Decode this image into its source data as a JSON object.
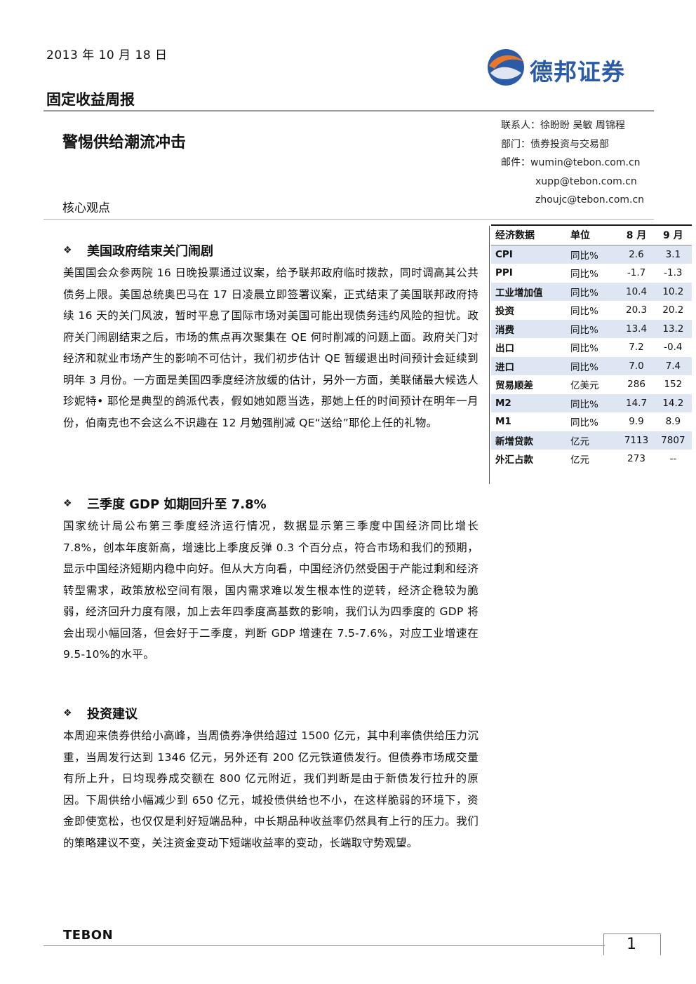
{
  "header": {
    "date": "2013 年 10 月 18 日",
    "report_type": "固定收益周报",
    "headline": "警惕供给潮流冲击",
    "core_view_label": "核心观点",
    "logo_text": "德邦证券",
    "logo_icon": "tebon-logo-icon",
    "brand_blue": "#2b5aa6",
    "brand_orange": "#e8782a"
  },
  "contacts": {
    "people": "联系人：徐盼盼  吴敏  周锦程",
    "department": "部门：债券投资与交易部",
    "email_label": "邮件：",
    "emails": [
      "wumin@tebon.com.cn",
      "xupp@tebon.com.cn",
      "zhoujc@tebon.com.cn"
    ]
  },
  "sections": [
    {
      "title": "美国政府结束关门闹剧",
      "body": "美国国会众参两院 16 日晚投票通过议案，给予联邦政府临时拨款，同时调高其公共债务上限。美国总统奥巴马在 17 日凌晨立即签署议案，正式结束了美国联邦政府持续 16 天的关门风波，暂时平息了国际市场对美国可能出现债务违约风险的担忧。政府关门闹剧结束之后，市场的焦点再次聚集在 QE 何时削减的问题上面。政府关门对经济和就业市场产生的影响不可估计，我们初步估计 QE 暂缓退出时间预计会延续到明年 3 月份。一方面是美国四季度经济放缓的估计，另外一方面，美联储最大候选人珍妮特• 耶伦是典型的鸽派代表，假如她如愿当选，那她上任的时间预计在明年一月份，伯南克也不会这么不识趣在 12 月勉强削减 QE“送给”耶伦上任的礼物。"
    },
    {
      "title": "三季度 GDP 如期回升至 7.8%",
      "body": "国家统计局公布第三季度经济运行情况，数据显示第三季度中国经济同比增长 7.8%，创本年度新高，增速比上季度反弹 0.3 个百分点，符合市场和我们的预期，显示中国经济短期内稳中向好。但从大方向看，中国经济仍然受困于产能过剩和经济转型需求，政策放松空间有限，国内需求难以发生根本性的逆转，经济企稳较为脆弱，经济回升力度有限，加上去年四季度高基数的影响，我们认为四季度的 GDP 将会出现小幅回落，但会好于二季度，判断 GDP 增速在 7.5-7.6%，对应工业增速在 9.5-10%的水平。"
    },
    {
      "title": "投资建议",
      "body": "本周迎来债券供给小高峰，当周债券净供给超过 1500 亿元，其中利率债供给压力沉重，当周发行达到 1346 亿元，另外还有 200 亿元铁道债发行。但债券市场成交量有所上升，日均现券成交额在 800 亿元附近，我们判断是由于新债发行拉升的原因。下周供给小幅减少到 650 亿元，城投债供给也不小，在这样脆弱的环境下，资金即使宽松，也仅仅是利好短端品种，中长期品种收益率仍然具有上行的压力。我们的策略建议不变，关注资金变动下短端收益率的变动，长端取守势观望。"
    }
  ],
  "econ_table": {
    "headers": [
      "经济数据",
      "单位",
      "8 月",
      "9 月"
    ],
    "rows": [
      [
        "CPI",
        "同比%",
        "2.6",
        "3.1"
      ],
      [
        "PPI",
        "同比%",
        "-1.7",
        "-1.3"
      ],
      [
        "工业增加值",
        "同比%",
        "10.4",
        "10.2"
      ],
      [
        "投资",
        "同比%",
        "20.3",
        "20.2"
      ],
      [
        "消费",
        "同比%",
        "13.4",
        "13.2"
      ],
      [
        "出口",
        "同比%",
        "7.2",
        "-0.4"
      ],
      [
        "进口",
        "同比%",
        "7.0",
        "7.4"
      ],
      [
        "贸易顺差",
        "亿美元",
        "286",
        "152"
      ],
      [
        "M2",
        "同比%",
        "14.7",
        "14.2"
      ],
      [
        "M1",
        "同比%",
        "9.9",
        "8.9"
      ],
      [
        "新增贷款",
        "亿元",
        "7113",
        "7807"
      ],
      [
        "外汇占款",
        "亿元",
        "273",
        "--"
      ]
    ],
    "shade_color": "#dde6f2"
  },
  "footer": {
    "brand": "TEBON",
    "page_number": "1"
  }
}
